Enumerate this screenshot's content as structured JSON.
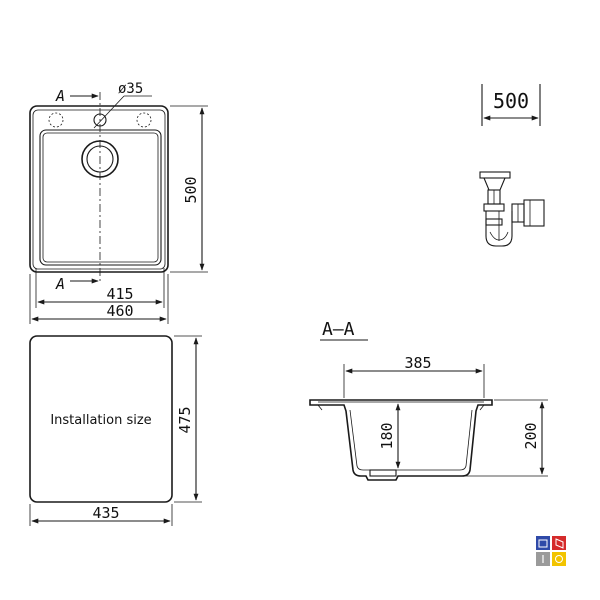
{
  "top_view": {
    "section_marker_top": "A",
    "section_marker_bottom": "A",
    "hole_diameter": "ø35",
    "height_dim": "500",
    "inner_width_dim": "415",
    "outer_width_dim": "460"
  },
  "cabinet": {
    "width_label": "500"
  },
  "installation": {
    "label": "Installation size",
    "height_dim": "475",
    "width_dim": "435"
  },
  "section": {
    "title": "A–A",
    "inner_width_dim": "385",
    "bowl_depth_dim": "180",
    "total_depth_dim": "200"
  },
  "colors": {
    "line": "#1a1a1a",
    "badge_blue": "#2f4aa8",
    "badge_red": "#d52b2b",
    "badge_gray": "#9a9a9a",
    "badge_yellow": "#f2c400"
  },
  "icons": [
    "siphon-icon",
    "brand-badge-icon"
  ]
}
